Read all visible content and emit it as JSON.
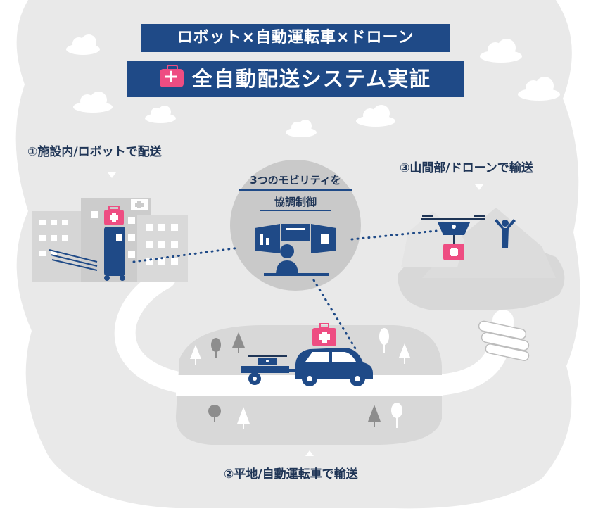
{
  "title": {
    "line1": "ロボット×自動運転車×ドローン",
    "line2": "全自動配送システム実証"
  },
  "labels": {
    "facility": "①施設内/ロボットで配送",
    "mountain": "③山間部/ドローンで輸送",
    "flatland": "②平地/自動運転車で輸送"
  },
  "center": {
    "line1": "3つのモビリティを",
    "line2": "協調制御"
  },
  "colors": {
    "navy": "#1f4a87",
    "pink": "#ee4d82",
    "map_gray": "#e9e9e9",
    "mid_gray": "#d8d8d8",
    "dark_gray": "#8d8d8d",
    "text": "#1f3556"
  }
}
